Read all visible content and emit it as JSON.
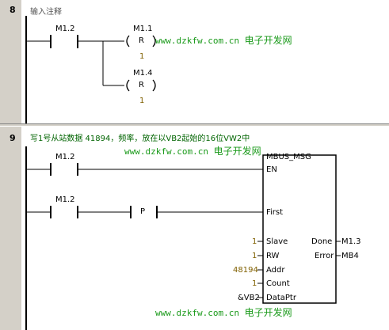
{
  "network8": {
    "number": "8",
    "comment": "输入注释",
    "contact_address": "M1.2",
    "coils": [
      {
        "address": "M1.1",
        "label": "R",
        "param": "1"
      },
      {
        "address": "M1.4",
        "label": "R",
        "param": "1"
      }
    ]
  },
  "network9": {
    "number": "9",
    "comment": "写1号从站数据 41894，频率，放在以VB2起始的16位VW2中",
    "rung1_contact": "M1.2",
    "rung2_contact": "M1.2",
    "p_label": "P",
    "block": {
      "title": "MBUS_MSG",
      "pins_left": [
        "EN",
        "First",
        "Slave",
        "RW",
        "Addr",
        "Count",
        "DataPtr"
      ],
      "pins_right": [
        "Done",
        "Error"
      ],
      "inputs": {
        "slave": "1",
        "rw": "1",
        "addr": "48194",
        "count": "1",
        "dataptr": "&VB2"
      },
      "outputs": {
        "done": "M1.3",
        "error": "MB4"
      }
    }
  },
  "watermark": {
    "url": "www.dzkfw.com.cn",
    "cn": "电子开发网"
  },
  "colors": {
    "gutter": "#d4d0c8",
    "comment_net9": "#006400",
    "watermark": "#1a9a1a",
    "param": "#806000"
  }
}
